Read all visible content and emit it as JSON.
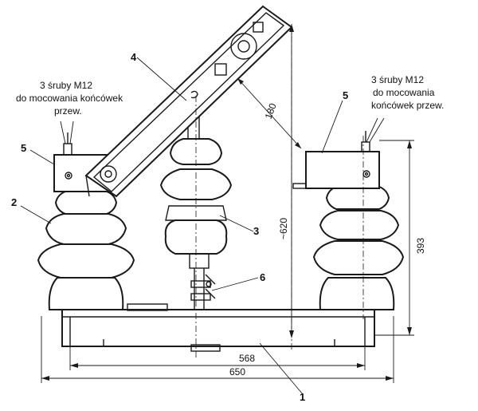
{
  "note_left": {
    "line1": "3 śruby M12",
    "line2": "do mocowania końcówek",
    "line3": "przew."
  },
  "note_right": {
    "line1": "3 śruby M12",
    "line2": "do mocowania",
    "line3": "końcówek przew."
  },
  "part_labels": {
    "p1": "1",
    "p2": "2",
    "p3": "3",
    "p4": "4",
    "p5_left": "5",
    "p5_right": "5",
    "p6": "6"
  },
  "dimensions": {
    "d180": "180",
    "d620": "~620",
    "d393": "393",
    "d568": "568",
    "d650": "650"
  }
}
